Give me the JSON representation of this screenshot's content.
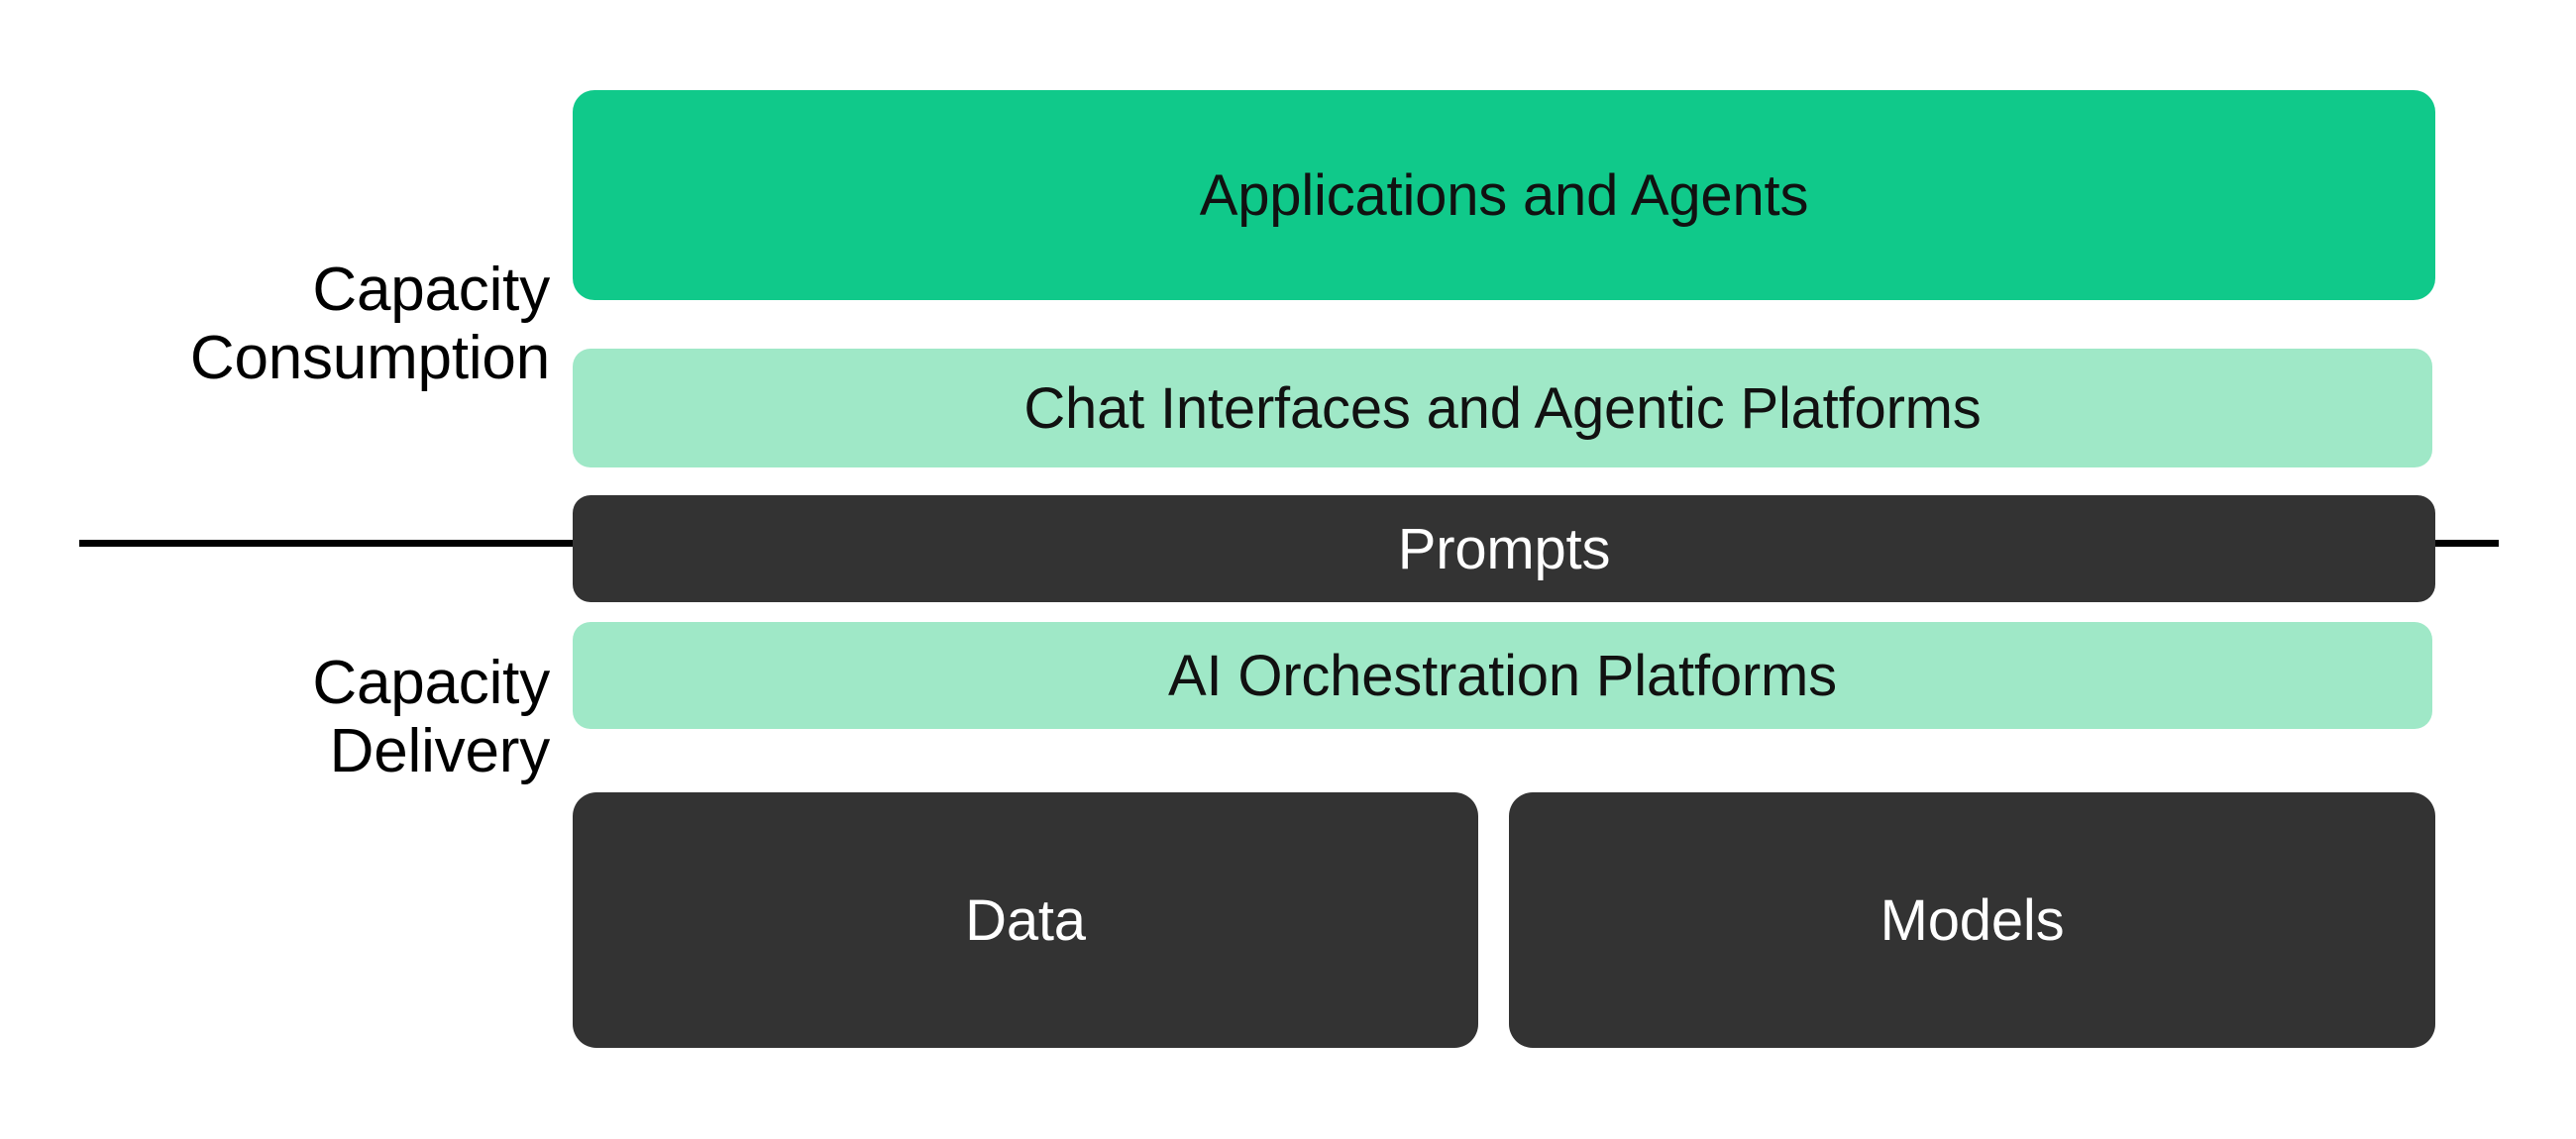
{
  "diagram": {
    "background_color": "#FFFFFF",
    "divider": {
      "name": "horizontal-divider",
      "color": "#000000"
    },
    "side_labels": [
      {
        "key": "consumption",
        "text": "Capacity\nConsumption",
        "align": "right",
        "color": "#000000"
      },
      {
        "key": "delivery",
        "text": "Capacity\nDelivery",
        "align": "right",
        "color": "#000000"
      }
    ],
    "layers": [
      {
        "key": "applications",
        "label": "Applications and Agents",
        "fill": "#10C98A",
        "text_color": "#111111",
        "section": "Capacity Consumption"
      },
      {
        "key": "chat",
        "label": "Chat Interfaces and Agentic Platforms",
        "fill": "#9FE8C7",
        "text_color": "#111111",
        "section": "Capacity Consumption"
      },
      {
        "key": "prompts",
        "label": "Prompts",
        "fill": "#333333",
        "text_color": "#FFFFFF",
        "section": "Boundary"
      },
      {
        "key": "orchestration",
        "label": "AI Orchestration Platforms",
        "fill": "#9FE8C7",
        "text_color": "#111111",
        "section": "Capacity Delivery"
      },
      {
        "key": "data",
        "label": "Data",
        "fill": "#333333",
        "text_color": "#FFFFFF",
        "section": "Capacity Delivery"
      },
      {
        "key": "models",
        "label": "Models",
        "fill": "#333333",
        "text_color": "#FFFFFF",
        "section": "Capacity Delivery"
      }
    ]
  }
}
